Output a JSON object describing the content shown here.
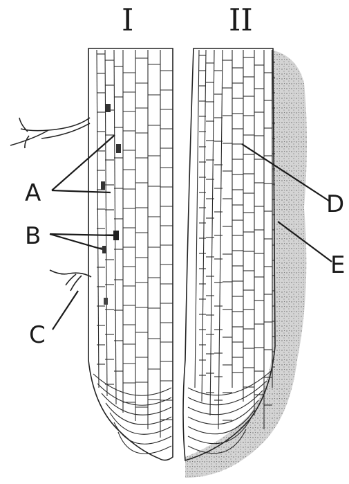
{
  "figure": {
    "panel_labels": [
      "I",
      "II"
    ],
    "labels": {
      "A": "A",
      "B": "B",
      "C": "C",
      "D": "D",
      "E": "E"
    }
  },
  "colors": {
    "ink": "#1a1a1a",
    "tissue_fill": "#f4f4f4",
    "stipple": "#9a9a9a",
    "root_cap_shade": "#bdbdbd",
    "background": "#ffffff"
  }
}
